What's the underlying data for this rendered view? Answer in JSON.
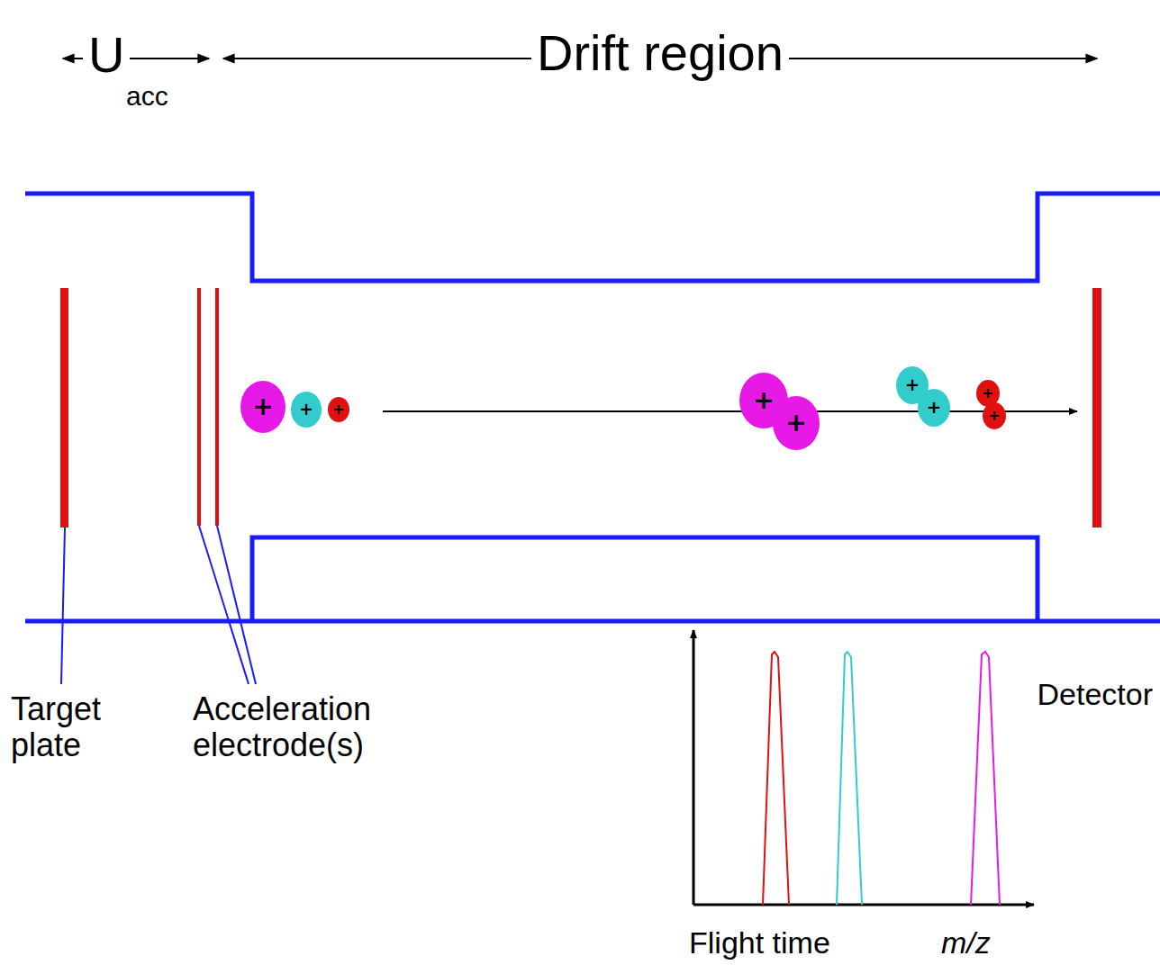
{
  "diagram": {
    "nodes": [
      {
        "text": [
          "+"
        ]
      },
      {
        "text": [
          "+"
        ]
      },
      {
        "text": [
          "+"
        ]
      },
      {
        "text": [
          "+"
        ]
      },
      {
        "text": [
          "+"
        ]
      },
      {
        "text": [
          "+"
        ]
      },
      {
        "text": [
          "+"
        ]
      },
      {
        "text": [
          "+"
        ]
      },
      {
        "text": [
          "+"
        ]
      }
    ],
    "labels": [
      "U",
      "acc",
      "Drift region",
      "Target plate",
      "Acceleration electrode(s)",
      "Detector",
      "Flight time",
      "m/z"
    ]
  }
}
